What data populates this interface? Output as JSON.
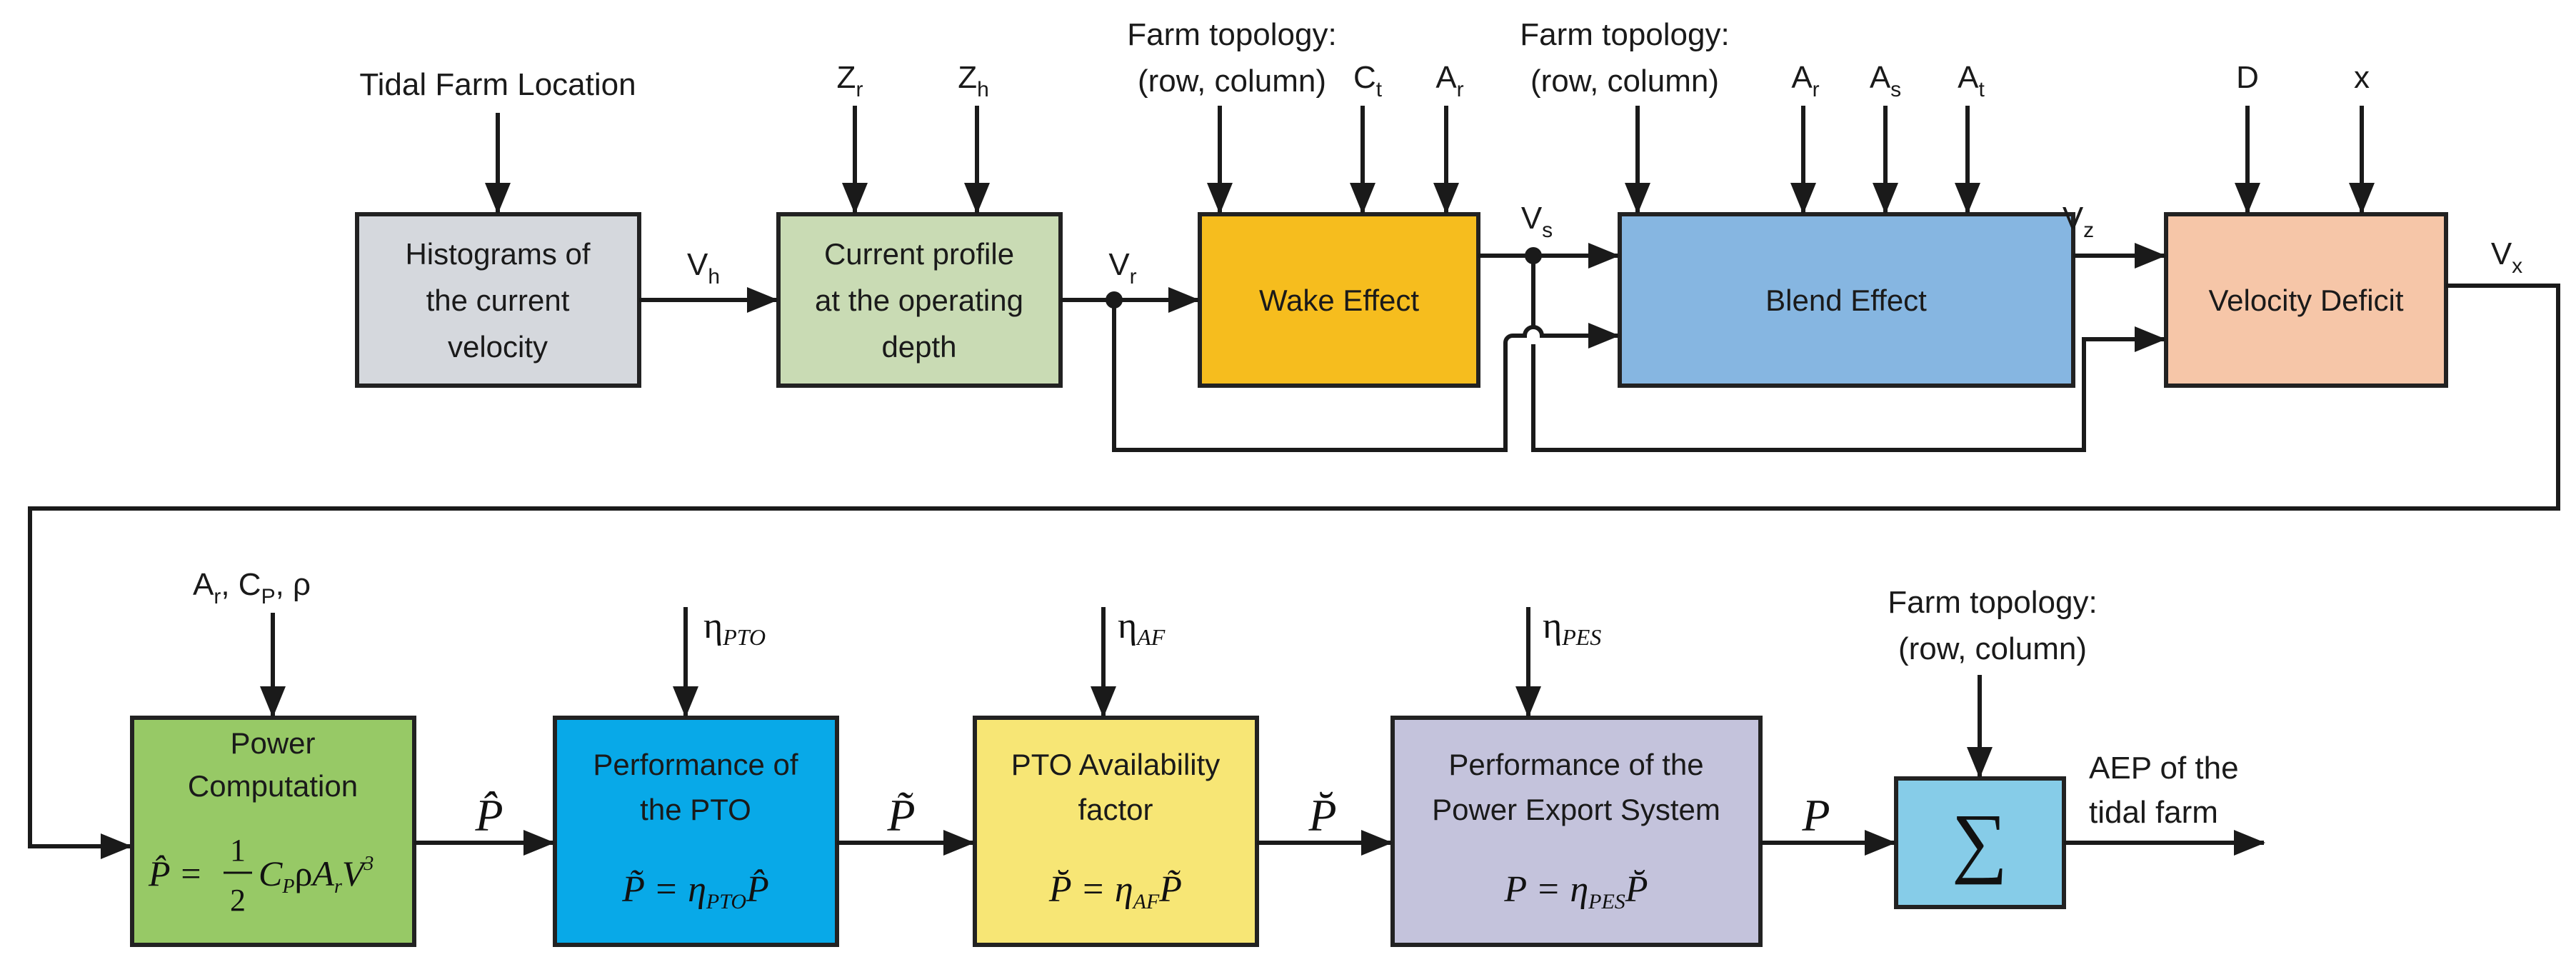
{
  "colors": {
    "histograms": "#d5d8dd",
    "current_profile": "#c9dbb4",
    "wake": "#f6bd1e",
    "blend": "#86b6e1",
    "velocity_deficit": "#f6c6a8",
    "power_computation": "#97c966",
    "performance_pto": "#08a9e8",
    "pto_availability": "#f7e675",
    "performance_pes": "#c4c3dc",
    "sum": "#86cce8"
  },
  "inputs": {
    "tidal_farm_location": "Tidal Farm Location",
    "zr": "Z",
    "zr_sub": "r",
    "zh": "Z",
    "zh_sub": "h",
    "farm_topology_1_line1": "Farm topology:",
    "farm_topology_1_line2": "(row, column)",
    "ct": "C",
    "ct_sub": "t",
    "ar_1": "A",
    "ar_1_sub": "r",
    "farm_topology_2_line1": "Farm topology:",
    "farm_topology_2_line2": "(row, column)",
    "ar_2": "A",
    "ar_2_sub": "r",
    "as": "A",
    "as_sub": "s",
    "at": "A",
    "at_sub": "t",
    "d": "D",
    "x": "x",
    "power_params_a": "A",
    "power_params_a_sub": "r",
    "power_params_c": ", C",
    "power_params_c_sub": "P",
    "power_params_rho": ", ρ",
    "eta_pto": "η",
    "eta_pto_sub": "PTO",
    "eta_af": "η",
    "eta_af_sub": "AF",
    "eta_pes": "η",
    "eta_pes_sub": "PES",
    "farm_topology_3_line1": "Farm topology:",
    "farm_topology_3_line2": "(row, column)"
  },
  "blocks": {
    "histograms": [
      "Histograms of",
      "the current",
      "velocity"
    ],
    "current_profile": [
      "Current profile",
      "at the operating",
      "depth"
    ],
    "wake_effect": "Wake Effect",
    "blend_effect": "Blend Effect",
    "velocity_deficit": "Velocity Deficit",
    "power_computation": [
      "Power",
      "Computation"
    ],
    "performance_pto": [
      "Performance of",
      "the PTO"
    ],
    "pto_availability": [
      "PTO Availability",
      "factor"
    ],
    "performance_pes": [
      "Performance of the",
      "Power Export System"
    ],
    "sum_symbol": "∑"
  },
  "signals": {
    "vh": "V",
    "vh_sub": "h",
    "vr": "V",
    "vr_sub": "r",
    "vs": "V",
    "vs_sub": "s",
    "vz": "V",
    "vz_sub": "z",
    "vx": "V",
    "vx_sub": "x",
    "p_hat": "P̂",
    "p_tilde": "P̃",
    "p_breve": "P̆",
    "p": "P"
  },
  "equations": {
    "power_lhs": "P̂ =",
    "power_half_num": "1",
    "power_half_den": "2",
    "power_rhs_c": "C",
    "power_rhs_c_sub": "P",
    "power_rhs_rho": "ρ",
    "power_rhs_a": "A",
    "power_rhs_a_sub": "r",
    "power_rhs_v": "V",
    "power_rhs_v_sup": "3",
    "pto_lhs": "P̃ = η",
    "pto_sub": "PTO",
    "pto_rhs": "P̂",
    "af_lhs": "P̆ = η",
    "af_sub": "AF",
    "af_rhs": "P̃",
    "pes_lhs": "P = η",
    "pes_sub": "PES",
    "pes_rhs": "P̆"
  },
  "output": {
    "line1": "AEP of the",
    "line2": "tidal farm"
  }
}
